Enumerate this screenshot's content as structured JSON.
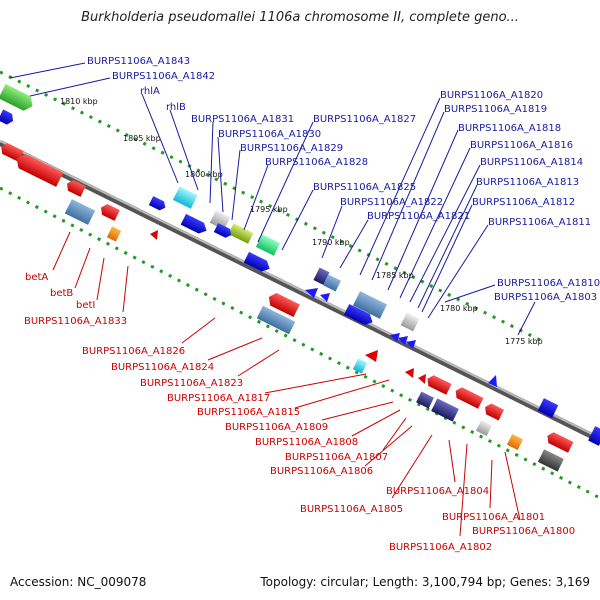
{
  "title": "Burkholderia pseudomallei 1106a chromosome II, complete geno...",
  "footer": {
    "accession": "Accession: NC_009078",
    "summary": "Topology: circular; Length: 3,100,794 bp; Genes: 3,169"
  },
  "ticks": [
    "1810 kbp",
    "1805 kbp",
    "1800 kbp",
    "1795 kbp",
    "1790 kbp",
    "1785 kbp",
    "1780 kbp",
    "1775 kbp"
  ],
  "forward_labels": [
    "BURPS1106A_A1843",
    "BURPS1106A_A1842",
    "rhlA",
    "rhlB",
    "BURPS1106A_A1831",
    "BURPS1106A_A1830",
    "BURPS1106A_A1829",
    "BURPS1106A_A1828",
    "BURPS1106A_A1827",
    "BURPS1106A_A1825",
    "BURPS1106A_A1822",
    "BURPS1106A_A1821",
    "BURPS1106A_A1820",
    "BURPS1106A_A1819",
    "BURPS1106A_A1818",
    "BURPS1106A_A1816",
    "BURPS1106A_A1814",
    "BURPS1106A_A1813",
    "BURPS1106A_A1812",
    "BURPS1106A_A1811",
    "BURPS1106A_A1810",
    "BURPS1106A_A1803"
  ],
  "reverse_labels": [
    "betA",
    "betB",
    "betI",
    "BURPS1106A_A1833",
    "BURPS1106A_A1826",
    "BURPS1106A_A1824",
    "BURPS1106A_A1823",
    "BURPS1106A_A1817",
    "BURPS1106A_A1815",
    "BURPS1106A_A1809",
    "BURPS1106A_A1808",
    "BURPS1106A_A1807",
    "BURPS1106A_A1806",
    "BURPS1106A_A1805",
    "BURPS1106A_A1804",
    "BURPS1106A_A1801",
    "BURPS1106A_A1800",
    "BURPS1106A_A1802"
  ],
  "colors": {
    "forward": "#1a1aa0",
    "reverse": "#cc0000",
    "backbone": "#888888",
    "dots": "#229922"
  }
}
